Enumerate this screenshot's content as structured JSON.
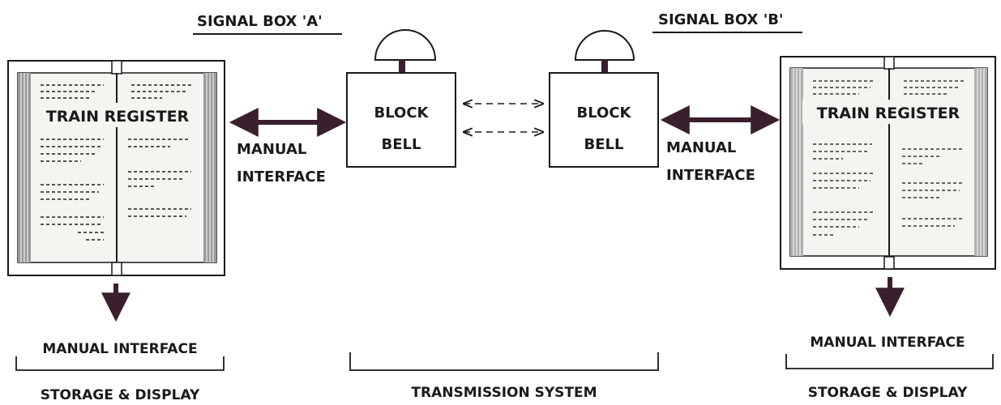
{
  "signal_boxes": {
    "a": {
      "heading": "SIGNAL BOX 'A'",
      "register_title": "TRAIN REGISTER",
      "bell_line1": "BLOCK",
      "bell_line2": "BELL",
      "manual_interface_line1": "MANUAL",
      "manual_interface_line2": "INTERFACE",
      "bottom_interface": "MANUAL INTERFACE",
      "bottom_group": "STORAGE & DISPLAY"
    },
    "b": {
      "heading": "SIGNAL BOX 'B'",
      "register_title": "TRAIN REGISTER",
      "bell_line1": "BLOCK",
      "bell_line2": "BELL",
      "manual_interface_line1": "MANUAL",
      "manual_interface_line2": "INTERFACE",
      "bottom_interface": "MANUAL INTERFACE",
      "bottom_group": "STORAGE & DISPLAY"
    }
  },
  "transmission_group": "TRANSMISSION SYSTEM",
  "colors": {
    "ink": "#1a1a1a",
    "arrow": "#3a1f2e",
    "page": "#f4f4f0"
  }
}
